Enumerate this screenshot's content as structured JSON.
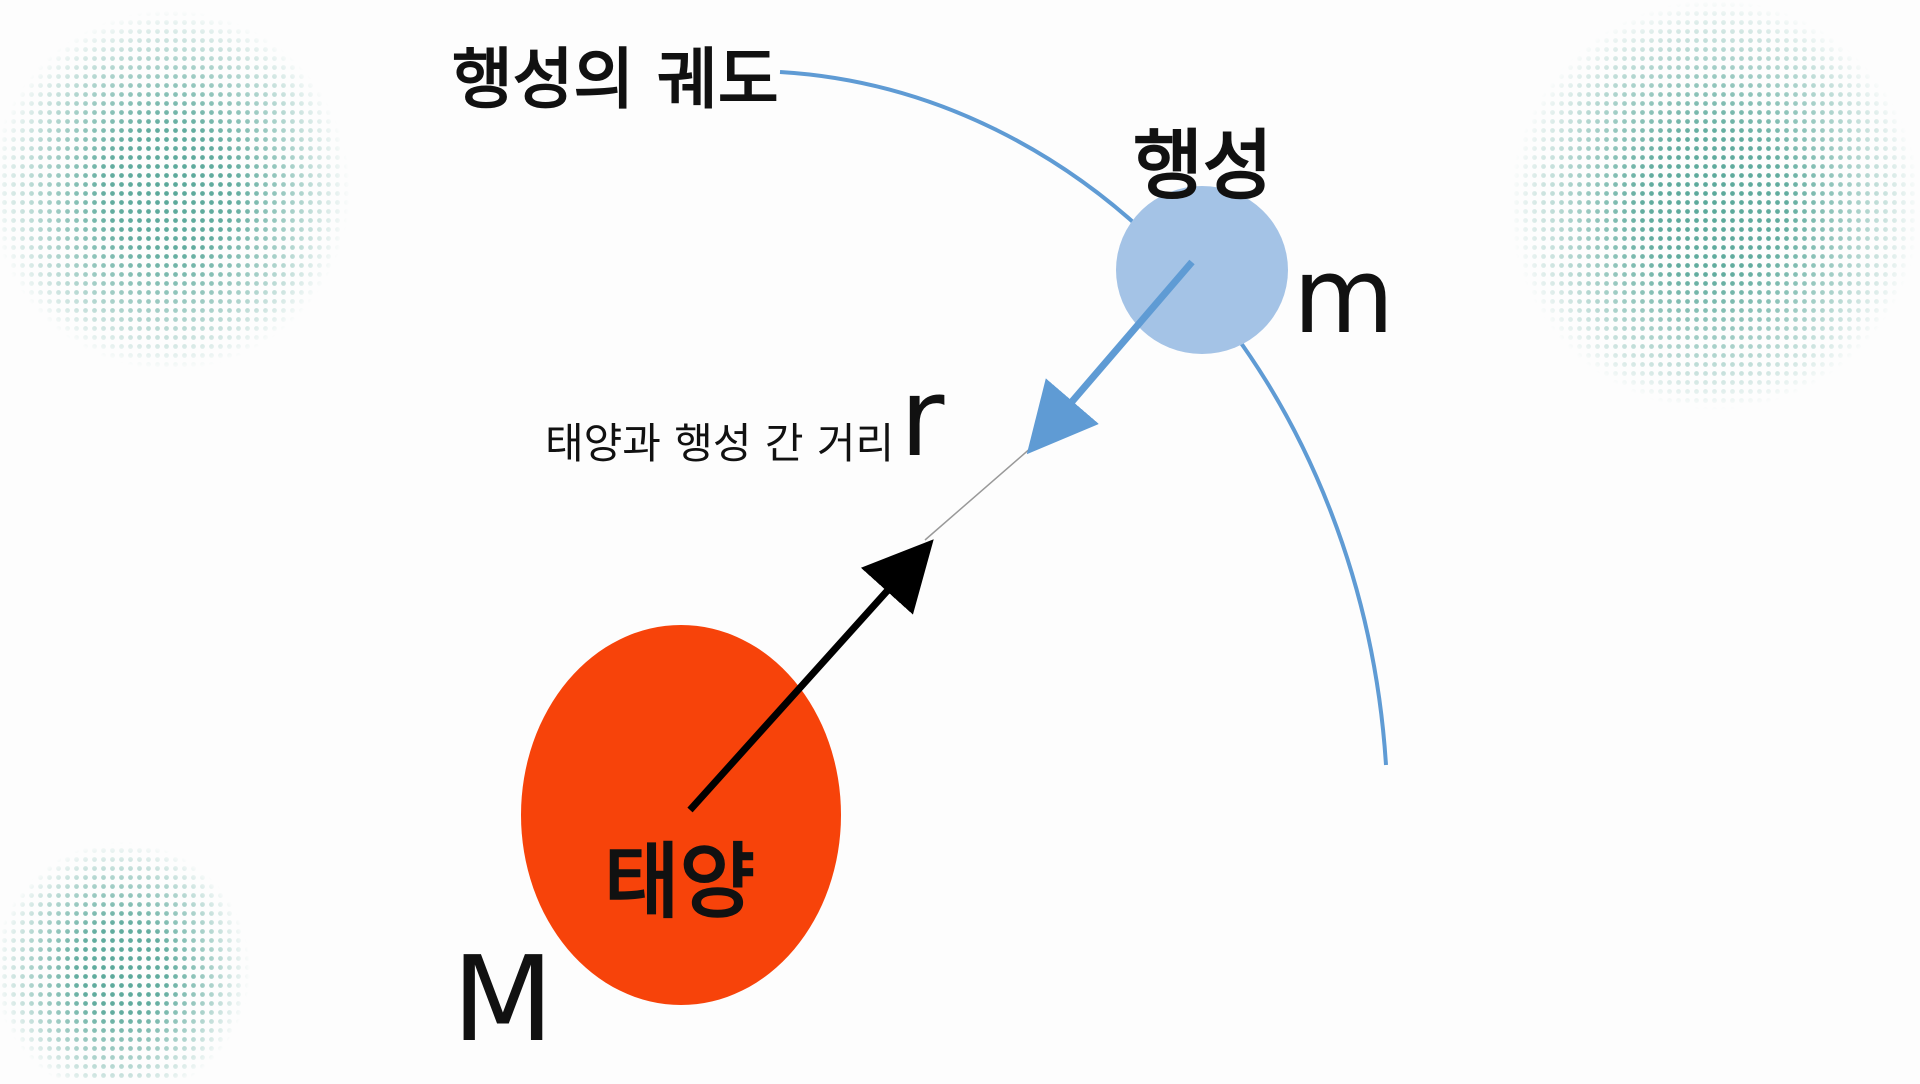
{
  "diagram": {
    "orbit_label": "행성의 궤도",
    "planet": {
      "name": "행성",
      "mass_symbol": "m"
    },
    "sun": {
      "name": "태양",
      "mass_symbol": "M"
    },
    "distance": {
      "label": "태양과 행성 간 거리",
      "symbol": "r"
    }
  },
  "colors": {
    "background": "#fdfdfd",
    "sun_fill": "#f7430a",
    "planet_fill": "#a4c3e6",
    "orbit_stroke": "#5f9bd4",
    "force_arrow": "#5f9bd4",
    "radius_arrow": "#000000",
    "halftone": "#5aa89a"
  }
}
